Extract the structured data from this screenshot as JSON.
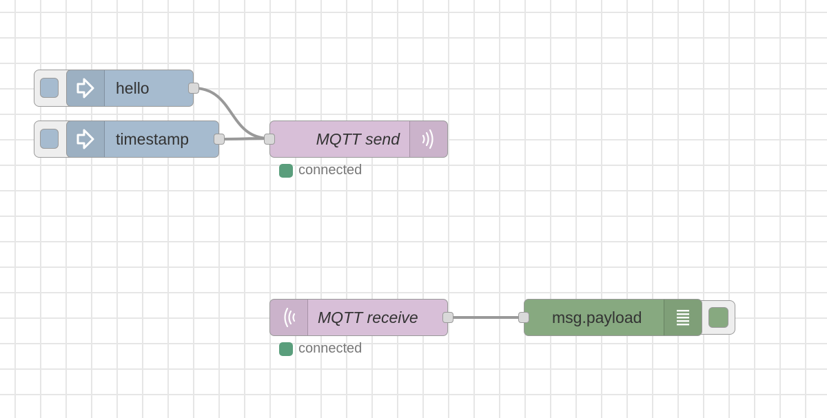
{
  "canvas": {
    "nodes": {
      "hello": {
        "label": "hello",
        "type": "inject",
        "icon": "arrow-in-icon"
      },
      "timestamp": {
        "label": "timestamp",
        "type": "inject",
        "icon": "arrow-in-icon"
      },
      "mqtt_send": {
        "label": "MQTT send",
        "type": "mqtt out",
        "icon": "wireless-icon",
        "status": "connected"
      },
      "mqtt_receive": {
        "label": "MQTT receive",
        "type": "mqtt in",
        "icon": "wireless-icon",
        "status": "connected"
      },
      "debug": {
        "label": "msg.payload",
        "type": "debug",
        "icon": "list-icon"
      }
    },
    "wires": [
      {
        "from": "hello",
        "to": "mqtt_send"
      },
      {
        "from": "timestamp",
        "to": "mqtt_send"
      },
      {
        "from": "mqtt_receive",
        "to": "debug"
      }
    ]
  },
  "colors": {
    "inject": "#a6bbcf",
    "mqtt": "#d8bfd8",
    "debug": "#87a980",
    "status_connected": "#5a9e7c",
    "grid": "#e6e6e6"
  }
}
